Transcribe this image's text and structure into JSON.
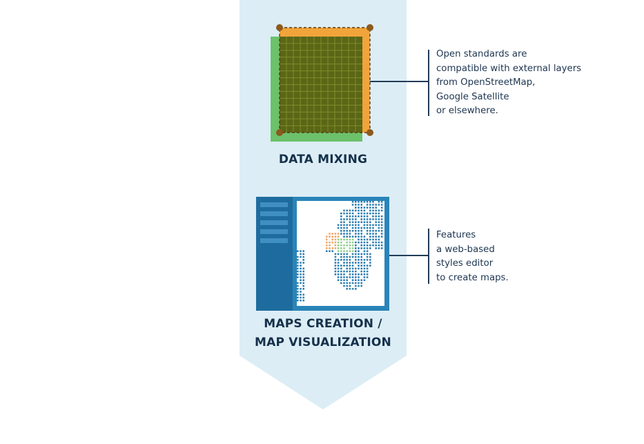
{
  "colors": {
    "arrow_bg": "#dcedf5",
    "text_dark": "#15304a",
    "connector": "#1f3b57",
    "orange_layer": "#f0a43a",
    "green_layer": "#6cc16a",
    "grid_fill": "#5b6616",
    "vertex": "#8b5a1c",
    "panel_blue": "#1e6c9f",
    "map_dot": "#2f7fb1",
    "map_orange": "#f2a768",
    "map_green": "#8fcf8a"
  },
  "sections": [
    {
      "title": "DATA MIXING",
      "icon": "data-mixing-icon",
      "description_lines": [
        "Open standards are",
        "compatible with external layers",
        "from OpenStreetMap,",
        "Google Satellite",
        "or elsewhere."
      ]
    },
    {
      "title_lines": [
        "MAPS CREATION /",
        "MAP VISUALIZATION"
      ],
      "icon": "map-editor-icon",
      "description_lines": [
        "Features",
        "a web-based",
        "styles editor",
        "to create maps."
      ]
    }
  ]
}
